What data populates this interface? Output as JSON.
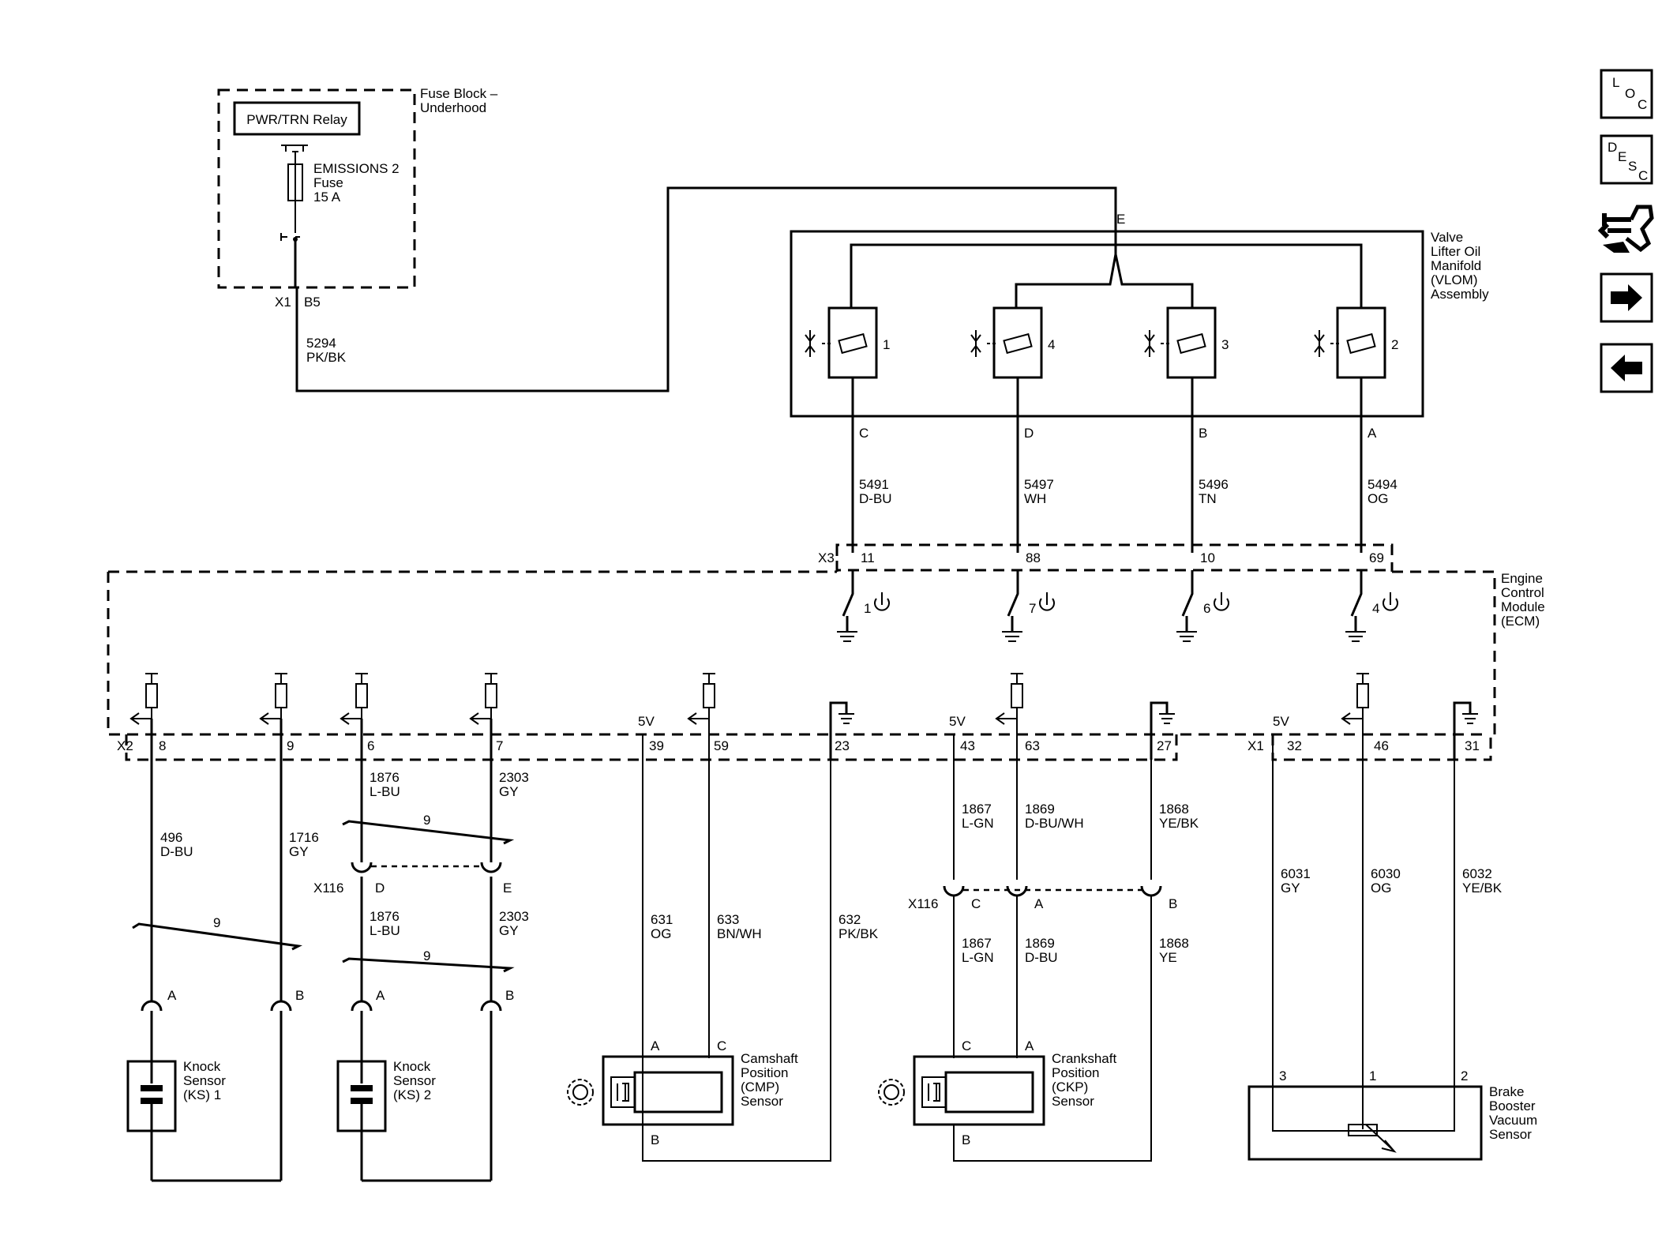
{
  "fuse_block": {
    "title": [
      "Fuse Block –",
      "Underhood"
    ],
    "relay": "PWR/TRN Relay",
    "fuse": [
      "EMISSIONS 2",
      "Fuse",
      "15 A"
    ],
    "connector": "X1",
    "pin": "B5",
    "circuit": [
      "5294",
      "PK/BK"
    ]
  },
  "vlom": {
    "title": [
      "Valve",
      "Lifter Oil",
      "Manifold",
      "(VLOM)",
      "Assembly"
    ],
    "junction": "E",
    "solenoids": [
      "1",
      "4",
      "3",
      "2"
    ],
    "pins": [
      "C",
      "D",
      "B",
      "A"
    ],
    "circuits": [
      [
        "5491",
        "D-BU"
      ],
      [
        "5497",
        "WH"
      ],
      [
        "5496",
        "TN"
      ],
      [
        "5494",
        "OG"
      ]
    ]
  },
  "ecm": {
    "title": [
      "Engine",
      "Control",
      "Module",
      "(ECM)"
    ],
    "x3": {
      "connector": "X3",
      "pins": [
        "11",
        "88",
        "10",
        "69"
      ],
      "drivers": [
        "1",
        "7",
        "6",
        "4"
      ]
    },
    "x2": {
      "connector": "X2",
      "pins": [
        "8",
        "9",
        "6",
        "7",
        "39",
        "59",
        "23",
        "43",
        "63",
        "27"
      ]
    },
    "x1": {
      "connector": "X1",
      "pins": [
        "32",
        "46",
        "31"
      ]
    },
    "ref_5v": "5V"
  },
  "knock": {
    "circuits": [
      [
        "496",
        "D-BU"
      ],
      [
        "1716",
        "GY"
      ],
      [
        "1876",
        "L-BU"
      ],
      [
        "2303",
        "GY"
      ]
    ],
    "twist": "9",
    "x116": {
      "connector": "X116",
      "pins": [
        "D",
        "E"
      ]
    },
    "pins": [
      "A",
      "B"
    ],
    "sensor1": [
      "Knock",
      "Sensor",
      "(KS) 1"
    ],
    "sensor2": [
      "Knock",
      "Sensor",
      "(KS) 2"
    ]
  },
  "cmp": {
    "circuits": [
      [
        "631",
        "OG"
      ],
      [
        "633",
        "BN/WH"
      ],
      [
        "632",
        "PK/BK"
      ]
    ],
    "pins": [
      "A",
      "C",
      "B"
    ],
    "label": [
      "Camshaft",
      "Position",
      "(CMP)",
      "Sensor"
    ]
  },
  "ckp": {
    "upper_circuits": [
      [
        "1867",
        "L-GN"
      ],
      [
        "1869",
        "D-BU/WH"
      ],
      [
        "1868",
        "YE/BK"
      ]
    ],
    "lower_circuits": [
      [
        "1867",
        "L-GN"
      ],
      [
        "1869",
        "D-BU"
      ],
      [
        "1868",
        "YE"
      ]
    ],
    "x116": {
      "connector": "X116",
      "pins": [
        "C",
        "A",
        "B"
      ]
    },
    "pins": [
      "C",
      "A",
      "B"
    ],
    "label": [
      "Crankshaft",
      "Position",
      "(CKP)",
      "Sensor"
    ]
  },
  "brake": {
    "circuits": [
      [
        "6031",
        "GY"
      ],
      [
        "6030",
        "OG"
      ],
      [
        "6032",
        "YE/BK"
      ]
    ],
    "pins": [
      "3",
      "1",
      "2"
    ],
    "label": [
      "Brake",
      "Booster",
      "Vacuum",
      "Sensor"
    ]
  },
  "nav": {
    "loc": [
      "L",
      "O",
      "C"
    ],
    "desc": [
      "D",
      "E",
      "S",
      "C"
    ],
    "icons": [
      "connector-end-view-icon",
      "forward-arrow-icon",
      "back-arrow-icon"
    ]
  }
}
